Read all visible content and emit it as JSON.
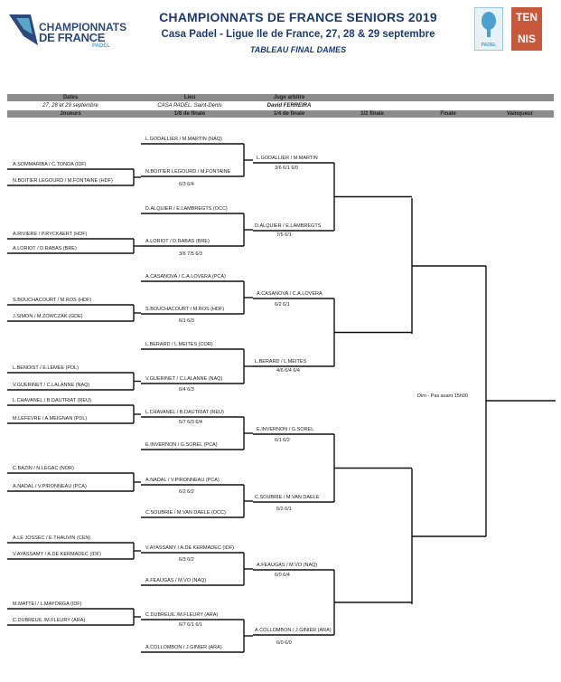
{
  "header": {
    "title": "CHAMPIONNATS DE FRANCE SENIORS 2019",
    "subtitle": "Casa Padel - Ligue Ile de France, 27, 28 & 29 septembre",
    "tableau": "TABLEAU FINAL DAMES"
  },
  "logo_left": {
    "line1": "CHAMPIONNATS",
    "line2": "DE FRANCE",
    "line3": "PADEL"
  },
  "logo_right": {
    "padel": "PADEL",
    "tennis_a": "TEN",
    "tennis_b": "NIS"
  },
  "info_table": {
    "dates_label": "Dates",
    "dates_value": "27, 28 et 29 septembre",
    "lieu_label": "Lieu",
    "lieu_value": "CASA PADEL, Saint-Denis",
    "juge_label": "Juge arbitre",
    "juge_value": "David FERREIRA"
  },
  "columns": [
    "Joueurs",
    "1/8 de finale",
    "1/4 de finale",
    "1/2 finale",
    "Finale",
    "Vainqueur"
  ],
  "r1": [
    {
      "top": "A.SOMMARIBA / C.TONDA (IDF)",
      "bottom": "N.BOITIER LEGOURD / M.FONTAINE (HDF)"
    },
    {
      "top": "A.RIVIERE / P.RYCKAERT (HDF)",
      "bottom": "A.LORIOT / D.RABAS (BRE)"
    },
    {
      "top": "S.BOUCHACOURT / M.ROS (HDF)",
      "bottom": "J.SIMON / M.ZOWCZAK (GDE)"
    },
    {
      "top": "L.BENOIST / E.LEMEE (PDL)",
      "bottom": "V.GUERINET / C.LALANNE (NAQ)"
    },
    {
      "top": "L.CHAVANEL / B.DAUTRIAT (REU)",
      "bottom": "M.LEFEVRE / A.MEIGNAN (PDL)"
    },
    {
      "top": "C.BAZIN / N.LEGAC (NOR)",
      "bottom": "A.NADAL / V.PIRONNEAU (PCA)"
    },
    {
      "top": "A.LE JOSSEC / E.THAUVIN (CEN)",
      "bottom": "V.AYASSAMY / A.DE KERMADEC (IDF)"
    },
    {
      "top": "M.MATTEI / L.MAYORGA (IDF)",
      "bottom": "C.DUBREUIL /M.FLEURY (ARA)"
    }
  ],
  "r8": [
    {
      "top": "L.GODALLIER / M.MARTIN (NAQ)",
      "bottom": "N.BOITIER LEGOURD / M.FONTAINE",
      "score": "6/3 6/4"
    },
    {
      "top": "D.ALQUIER / E.LAMBREGTS (OCC)",
      "bottom": "A.LORIOT / D.RABAS (BRE)",
      "score": "3/6 7/5 6/3"
    },
    {
      "top": "A.CASANOVA / C.A.LOVERA (PCA)",
      "bottom": "S.BOUCHACOURT / M.ROS (HDF)",
      "score": "6/1 6/3"
    },
    {
      "top": "L.BERARD / L.MEITES (COR)",
      "bottom": "V.GUERINET / C.LALANNE (NAQ)",
      "score": "6/4 6/3"
    },
    {
      "top": "L.CHAVANEL / B.DAUTRIAT (REU)",
      "bottom": "E.INVERNON / G.SOREL (PCA)",
      "score": "5/7 6/3 6/4"
    },
    {
      "top": "A.NADAL / V.PIRONNEAU (PCA)",
      "bottom": "C.SOUBRIE / M.VAN DAELE (OCC)",
      "score": "6/2 6/2"
    },
    {
      "top": "V.AYASSAMY / A.DE KERMADEC (IDF)",
      "bottom": "A.FEAUGAS / M.VO (NAQ)",
      "score": "6/3 6/2"
    },
    {
      "top": "C.DUBREUIL /M.FLEURY (ARA)",
      "bottom": "A.COLLOMBON / J.GINIER (ARA)",
      "score": "6/7 6/1 6/1"
    }
  ],
  "r4": [
    {
      "top": "L.GODALLIER / M.MARTIN",
      "bottom": "D.ALQUIER / E.LAMBREGTS",
      "top_score": "3/6 6/1 6/0",
      "bottom_score": "7/5 6/1"
    },
    {
      "top": "A.CASANOVA / C.A.LOVERA",
      "bottom": "L.BERARD / L.MEITES",
      "top_score": "6/2 6/1",
      "bottom_score": "4/6 6/4 6/4"
    },
    {
      "top": "E.INVERNON / G.SOREL",
      "bottom": "C.SOUBRIE / M.VAN DAELE",
      "top_score": "6/1 6/2",
      "bottom_score": "6/2 6/1"
    },
    {
      "top": "A.FEAUGAS / M.VO (NAQ)",
      "bottom": "A.COLLOMBON / J.GINIER (ARA)",
      "top_score": "6/0 6/4",
      "bottom_score": "6/0 6/0"
    }
  ],
  "final_note": "Dim - Pas avant 15h00"
}
